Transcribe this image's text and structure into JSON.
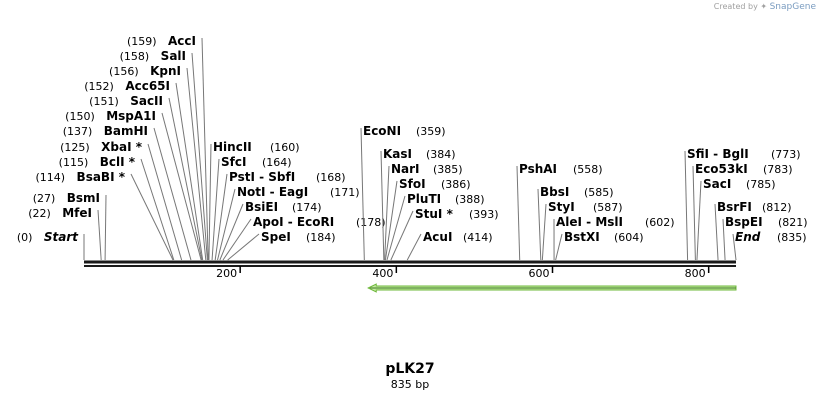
{
  "watermark": {
    "prefix": "Created by",
    "brand": "SnapGene",
    "icon": "snapgene-logo-icon",
    "color": "#a0a0a0"
  },
  "plasmid": {
    "name": "pLK27",
    "size_label": "835 bp",
    "length": 835
  },
  "ends": {
    "start": {
      "label": "Start",
      "pos": 0
    },
    "end": {
      "label": "End",
      "pos": 835
    }
  },
  "ruler": {
    "ticks": [
      "200",
      "400",
      "600",
      "800"
    ]
  },
  "feature": {
    "from": 364,
    "to": 835,
    "direction": "reverse",
    "fill": "#c4e9a4",
    "stroke": "#6eb83a"
  },
  "sites": [
    {
      "name": "MfeI",
      "pos": 22,
      "star": false
    },
    {
      "name": "BsmI",
      "pos": 27,
      "star": false
    },
    {
      "name": "BsaBI",
      "pos": 114,
      "star": true
    },
    {
      "name": "BclI",
      "pos": 115,
      "star": true
    },
    {
      "name": "XbaI",
      "pos": 125,
      "star": true
    },
    {
      "name": "BamHI",
      "pos": 137,
      "star": false
    },
    {
      "name": "MspA1I",
      "pos": 150,
      "star": false
    },
    {
      "name": "SacII",
      "pos": 151,
      "star": false
    },
    {
      "name": "Acc65I",
      "pos": 152,
      "star": false
    },
    {
      "name": "KpnI",
      "pos": 156,
      "star": false
    },
    {
      "name": "SalI",
      "pos": 158,
      "star": false
    },
    {
      "name": "AccI",
      "pos": 159,
      "star": false
    },
    {
      "name": "HincII",
      "pos": 160,
      "star": false
    },
    {
      "name": "SfcI",
      "pos": 164,
      "star": false
    },
    {
      "name": "PstI - SbfI",
      "pos": 168,
      "star": false
    },
    {
      "name": "NotI - EagI",
      "pos": 171,
      "star": false
    },
    {
      "name": "BsiEI",
      "pos": 174,
      "star": false
    },
    {
      "name": "ApoI - EcoRI",
      "pos": 178,
      "star": false
    },
    {
      "name": "SpeI",
      "pos": 184,
      "star": false
    },
    {
      "name": "EcoNI",
      "pos": 359,
      "star": false
    },
    {
      "name": "KasI",
      "pos": 384,
      "star": false
    },
    {
      "name": "NarI",
      "pos": 385,
      "star": false
    },
    {
      "name": "SfoI",
      "pos": 386,
      "star": false
    },
    {
      "name": "PluTI",
      "pos": 388,
      "star": false
    },
    {
      "name": "StuI",
      "pos": 393,
      "star": true
    },
    {
      "name": "AcuI",
      "pos": 414,
      "star": false
    },
    {
      "name": "PshAI",
      "pos": 558,
      "star": false
    },
    {
      "name": "BbsI",
      "pos": 585,
      "star": false
    },
    {
      "name": "StyI",
      "pos": 587,
      "star": false
    },
    {
      "name": "AleI - MslI",
      "pos": 602,
      "star": false
    },
    {
      "name": "BstXI",
      "pos": 604,
      "star": false
    },
    {
      "name": "SfiI - BglI",
      "pos": 773,
      "star": false
    },
    {
      "name": "Eco53kI",
      "pos": 783,
      "star": false
    },
    {
      "name": "SacI",
      "pos": 785,
      "star": false
    },
    {
      "name": "BsrFI",
      "pos": 812,
      "star": false
    },
    {
      "name": "BspEI",
      "pos": 821,
      "star": false
    }
  ]
}
